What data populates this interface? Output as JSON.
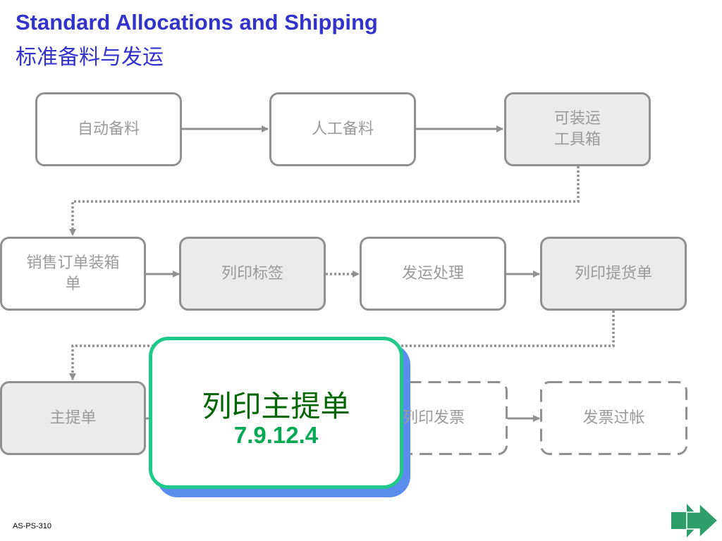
{
  "header": {
    "title_en": "Standard Allocations and Shipping",
    "title_zh": "标准备料与发运"
  },
  "flow": {
    "auto_allocation": "自动备料",
    "manual_allocation": "人工备料",
    "shippable_toolbox": "可装运\n工具箱",
    "sales_order_packing": "销售订单装箱\n单",
    "print_labels": "列印标签",
    "ship_processing": "发运处理",
    "print_bill_of_lading": "列印提货单",
    "master_bill": "主提单",
    "print_invoice": "列印发票",
    "invoice_posting": "发票过帐"
  },
  "callout": {
    "label": "列印主提单",
    "section": "7.9.12.4"
  },
  "footer": {
    "code": "AS-PS-310"
  },
  "colors": {
    "title": "#3333cc",
    "box_border": "#909090",
    "box_text": "#9a9a9a",
    "box_shaded": "#ebebeb",
    "callout_border": "#1ec98a",
    "callout_shadow": "#5b8def",
    "callout_label": "#006600",
    "callout_section": "#00aa55",
    "nav_arrow": "#2e9e6a"
  },
  "icons": {
    "next": "double-chevron-right-icon"
  }
}
